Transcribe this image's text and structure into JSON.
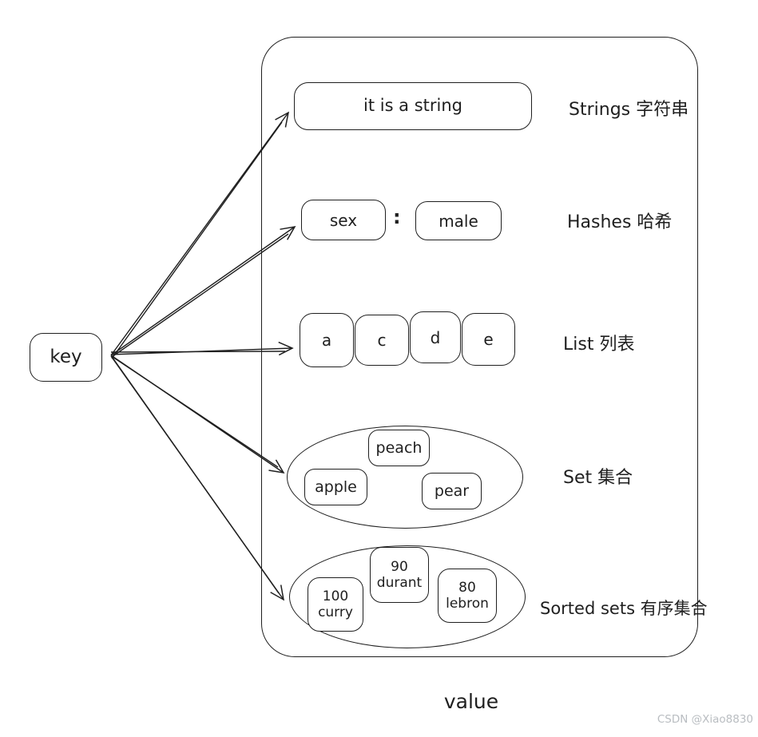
{
  "canvas": {
    "key_label": "key",
    "value_label": "value"
  },
  "watermark": {
    "text": "CSDN @Xiao8830"
  },
  "types": {
    "string": {
      "value": "it is a string",
      "label": "Strings 字符串"
    },
    "hash": {
      "field": "sex",
      "separator": ":",
      "value": "male",
      "label": "Hashes 哈希"
    },
    "list": {
      "items": [
        "a",
        "c",
        "d",
        "e"
      ],
      "label": "List 列表"
    },
    "set": {
      "members": [
        "peach",
        "apple",
        "pear"
      ],
      "label": "Set 集合"
    },
    "sorted_set": {
      "label": "Sorted sets 有序集合",
      "members": [
        {
          "score": "100",
          "name": "curry"
        },
        {
          "score": "90",
          "name": "durant"
        },
        {
          "score": "80",
          "name": "lebron"
        }
      ]
    }
  }
}
